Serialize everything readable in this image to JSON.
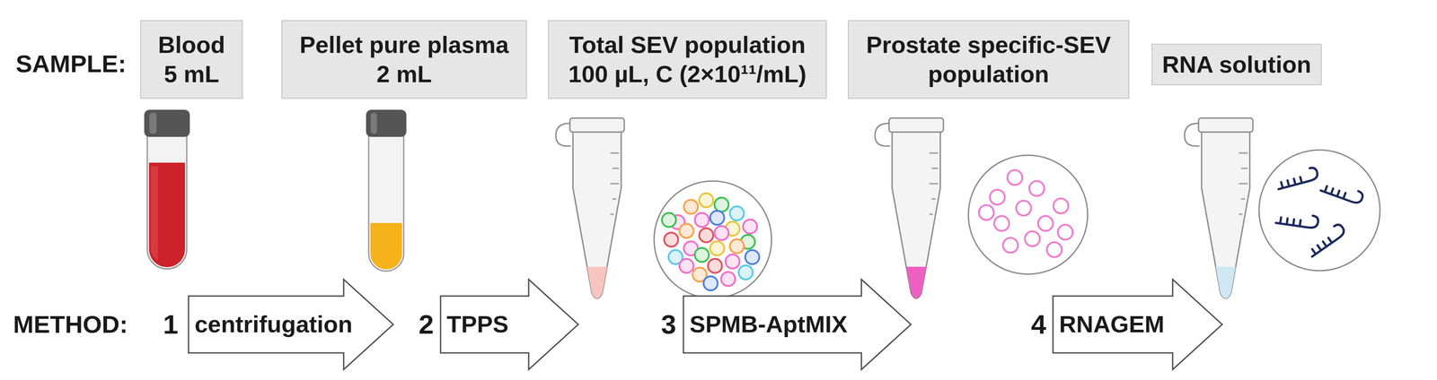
{
  "diagram": {
    "nodes": [
      {
        "text": [
          "Blood",
          "5 mL"
        ]
      },
      {
        "text": [
          "Pellet pure plasma",
          "2 mL"
        ]
      },
      {
        "text": [
          "Total SEV population",
          "100 µL, C (2×10¹¹/mL)"
        ]
      },
      {
        "text": [
          "Prostate specific-SEV population"
        ]
      },
      {
        "text": [
          "RNA solution"
        ]
      },
      {
        "text": [
          "centrifugation"
        ]
      },
      {
        "text": [
          "TPPS"
        ]
      },
      {
        "text": [
          "SPMB-AptMIX"
        ]
      },
      {
        "text": [
          "RNAGEM"
        ]
      }
    ],
    "labels": [
      "SAMPLE:",
      "METHOD:",
      "1",
      "2",
      "3",
      "4"
    ]
  }
}
